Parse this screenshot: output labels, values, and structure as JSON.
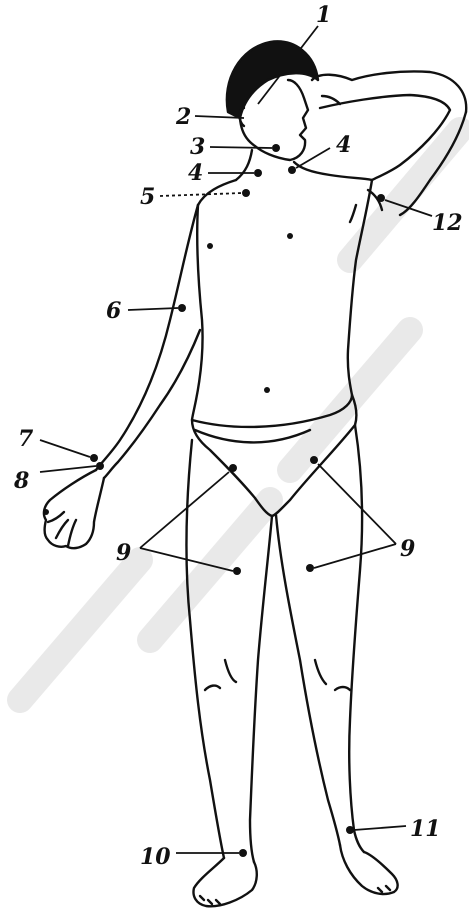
{
  "labels": {
    "l1": "1",
    "l2": "2",
    "l3": "3",
    "l4a": "4",
    "l4b": "4",
    "l5": "5",
    "l6": "6",
    "l7": "7",
    "l8": "8",
    "l9a": "9",
    "l9b": "9",
    "l10": "10",
    "l11": "11",
    "l12": "12"
  },
  "colors": {
    "ink": "#111111",
    "watermark": "#c8c8c8"
  }
}
